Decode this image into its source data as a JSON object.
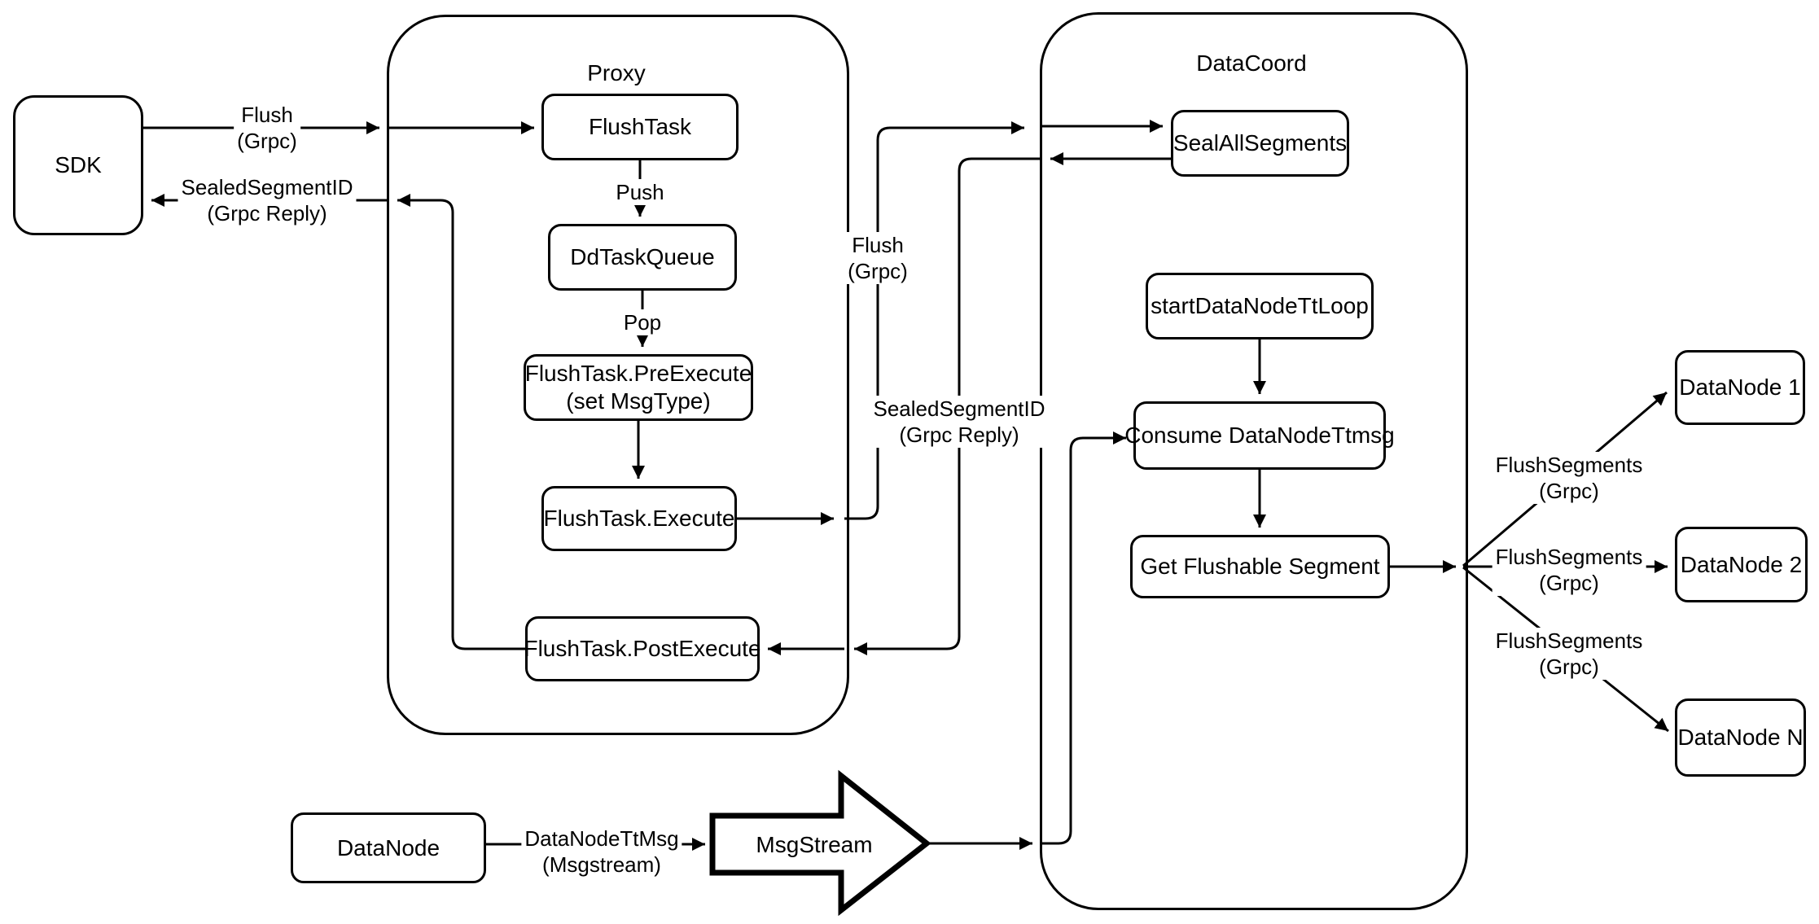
{
  "containers": {
    "proxy": {
      "title": "Proxy"
    },
    "datacoord": {
      "title": "DataCoord"
    }
  },
  "nodes": {
    "sdk": {
      "label": "SDK"
    },
    "flush_task": {
      "label": "FlushTask"
    },
    "dd_task_queue": {
      "label": "DdTaskQueue"
    },
    "pre_execute": {
      "line1": "FlushTask.PreExecute",
      "line2": "(set MsgType)"
    },
    "execute": {
      "label": "FlushTask.Execute"
    },
    "post_execute": {
      "label": "FlushTask.PostExecute"
    },
    "seal_all_segments": {
      "label": "SealAllSegments"
    },
    "start_datanode_tt_loop": {
      "label": "startDataNodeTtLoop"
    },
    "consume_datanode_ttmsg": {
      "label": "Consume DataNodeTtmsg"
    },
    "get_flushable_segment": {
      "label": "Get Flushable Segment"
    },
    "datanode_1": {
      "label": "DataNode 1"
    },
    "datanode_2": {
      "label": "DataNode 2"
    },
    "datanode_n": {
      "label": "DataNode N"
    },
    "datanode_source": {
      "label": "DataNode"
    },
    "msgstream": {
      "label": "MsgStream"
    }
  },
  "edge_labels": {
    "flush_sdk_proxy": {
      "line1": "Flush",
      "line2": "(Grpc)"
    },
    "sealed_segment_sdk": {
      "line1": "SealedSegmentID",
      "line2": "(Grpc Reply)"
    },
    "push": {
      "label": "Push"
    },
    "pop": {
      "label": "Pop"
    },
    "flush_proxy_datacoord": {
      "line1": "Flush",
      "line2": "(Grpc)"
    },
    "sealed_segment_datacoord": {
      "line1": "SealedSegmentID",
      "line2": "(Grpc Reply)"
    },
    "flush_segments_1": {
      "line1": "FlushSegments",
      "line2": "(Grpc)"
    },
    "flush_segments_2": {
      "line1": "FlushSegments",
      "line2": "(Grpc)"
    },
    "flush_segments_3": {
      "line1": "FlushSegments",
      "line2": "(Grpc)"
    },
    "datanode_ttmsg": {
      "line1": "DataNodeTtMsg",
      "line2": "(Msgstream)"
    }
  },
  "colors": {
    "stroke": "#000000",
    "background": "#ffffff",
    "text": "#000000"
  }
}
